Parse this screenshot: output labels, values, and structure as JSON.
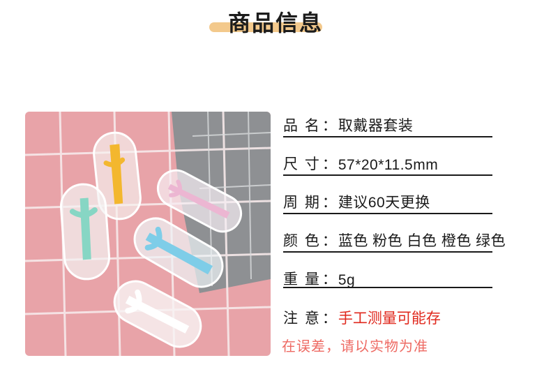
{
  "header": {
    "title": "商品信息"
  },
  "specs": [
    {
      "label": "品 名",
      "value": "取戴器套装"
    },
    {
      "label": "尺 寸",
      "value": "57*20*11.5mm"
    },
    {
      "label": "周 期",
      "value": "建议60天更换"
    },
    {
      "label": "颜 色",
      "value": "蓝色 粉色 白色 橙色 绿色"
    },
    {
      "label": "重 量",
      "value": "5g"
    }
  ],
  "note": {
    "label": "注 意",
    "line1": "手工测量可能存",
    "line2": "在误差，请以实物为准"
  },
  "colors": {
    "accent_highlight": "#f3c98c",
    "warning_red": "#e0281d",
    "pink_bg": "#e8a6ab",
    "gray_bg": "#8d8f92"
  }
}
